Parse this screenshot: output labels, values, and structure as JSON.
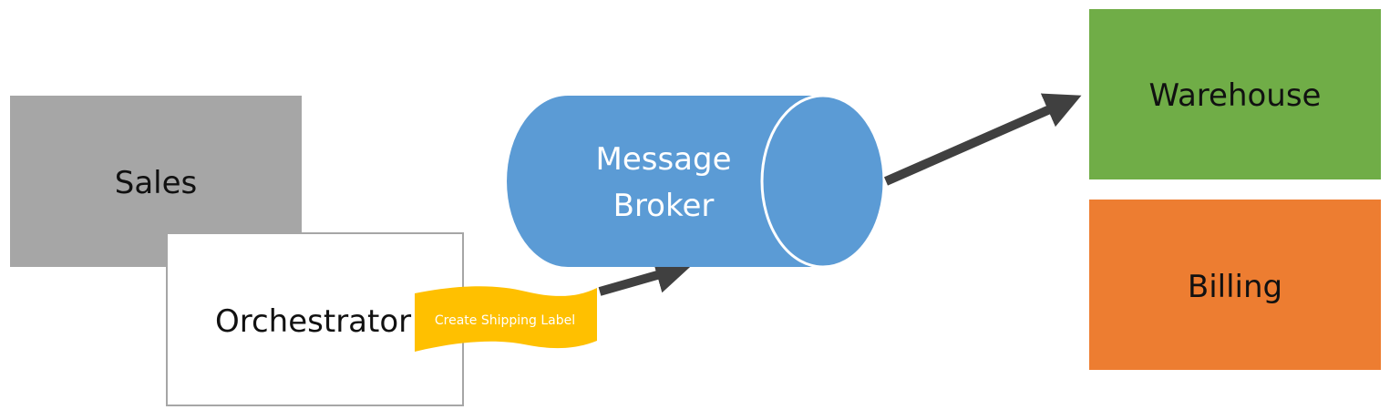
{
  "nodes": {
    "sales": {
      "label": "Sales",
      "color": "#a6a6a6"
    },
    "orchestrator": {
      "label": "Orchestrator",
      "color": "#ffffff",
      "border": "#a6a6a6"
    },
    "message_broker": {
      "label_line1": "Message",
      "label_line2": "Broker",
      "color": "#5b9bd5"
    },
    "warehouse": {
      "label": "Warehouse",
      "color": "#70ad47"
    },
    "billing": {
      "label": "Billing",
      "color": "#ed7d31"
    }
  },
  "message": {
    "label": "Create Shipping Label",
    "color": "#ffc000"
  },
  "arrows": [
    {
      "from": "message",
      "to": "message_broker",
      "color": "#404040"
    },
    {
      "from": "message_broker",
      "to": "warehouse",
      "color": "#404040"
    }
  ]
}
